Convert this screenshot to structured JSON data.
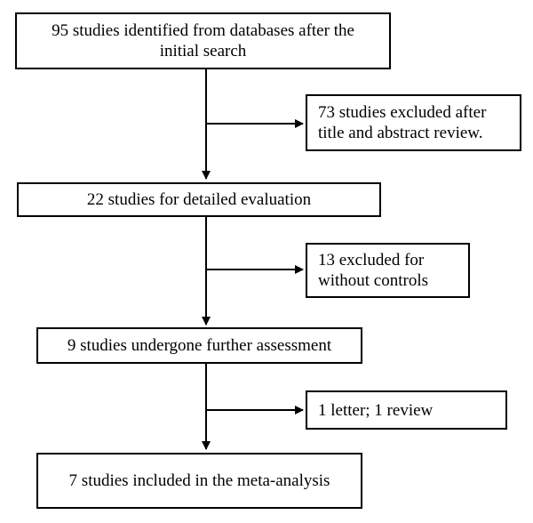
{
  "boxes": {
    "identified": {
      "line1": "95 studies identified from databases after the",
      "line2": "initial search"
    },
    "excluded_title": {
      "line1": "73 studies excluded after",
      "line2": "title and abstract review."
    },
    "detailed": {
      "line1": "22 studies for detailed evaluation"
    },
    "excluded_controls": {
      "line1": "13 excluded for",
      "line2": "without controls"
    },
    "further": {
      "line1": "9 studies undergone further assessment"
    },
    "excluded_letter": {
      "line1": "1 letter; 1 review"
    },
    "included": {
      "line1": "7 studies included in the meta-analysis"
    }
  },
  "colors": {
    "line": "#000000",
    "background": "#ffffff"
  }
}
